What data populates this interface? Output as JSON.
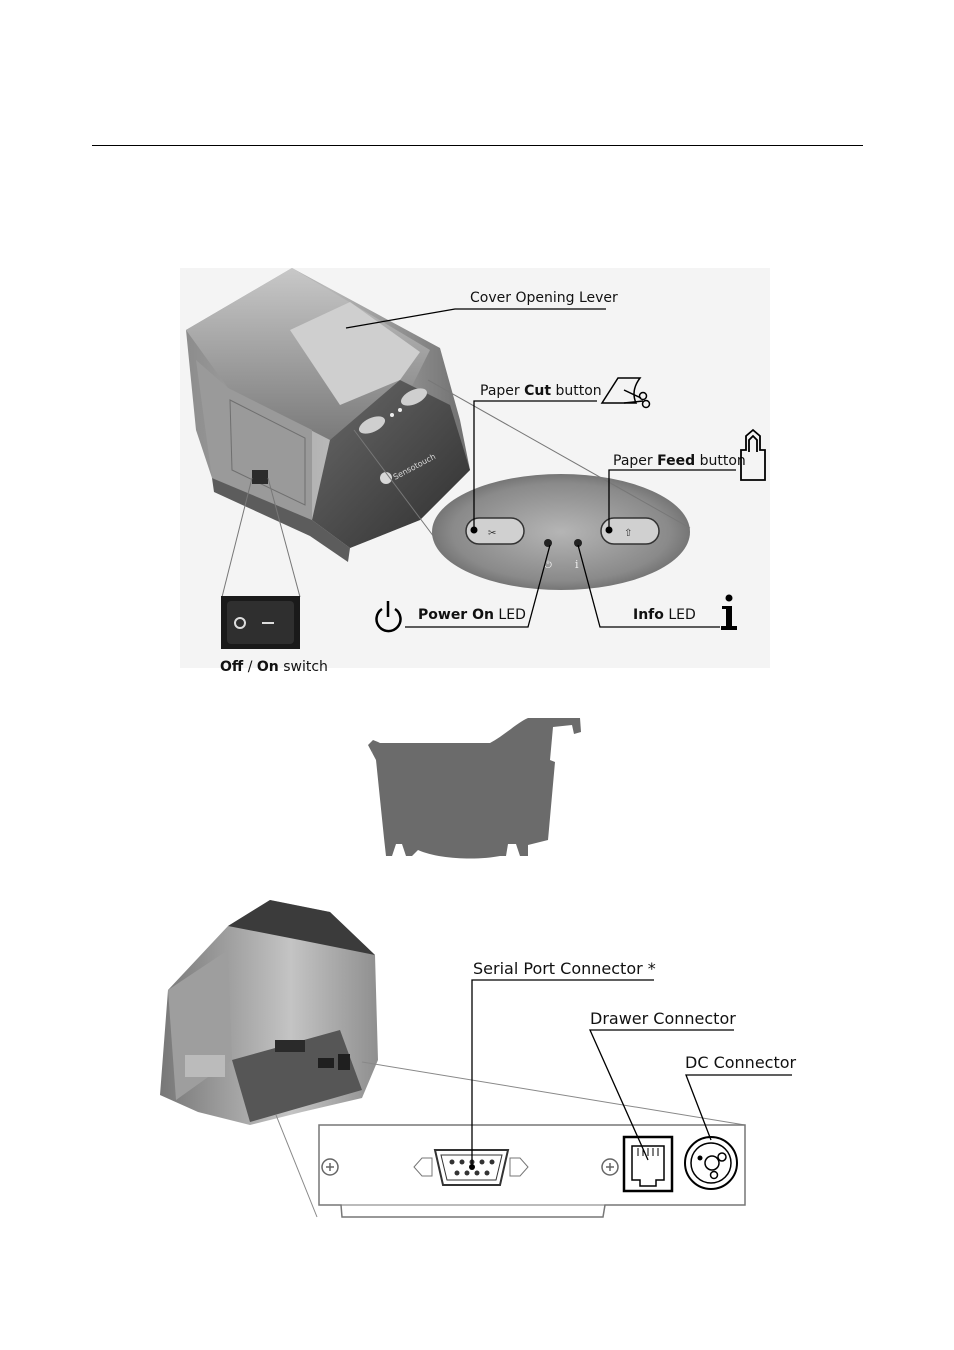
{
  "figure1": {
    "cover_lever": "Cover Opening Lever",
    "cut_pre": "Paper ",
    "cut_bold": "Cut",
    "cut_post": " button",
    "feed_pre": "Paper ",
    "feed_bold": "Feed",
    "feed_post": " button",
    "power_bold": "Power On",
    "power_post": " LED",
    "info_bold": "Info",
    "info_post": " LED",
    "switch_off_bold": "Off",
    "switch_sep": " / ",
    "switch_on_bold": "On",
    "switch_post": " switch",
    "brand": "Sensotouch"
  },
  "figure3": {
    "serial": "Serial Port Connector *",
    "drawer": "Drawer Connector",
    "dc": "DC Connector"
  }
}
